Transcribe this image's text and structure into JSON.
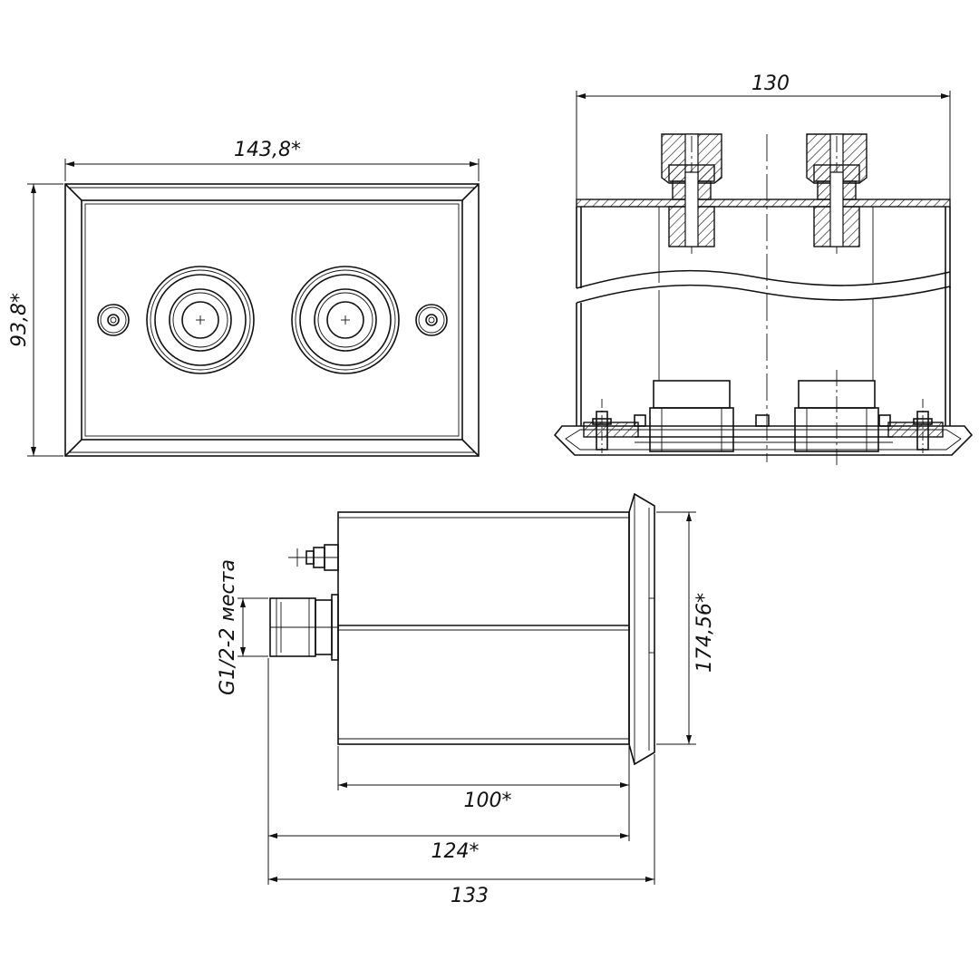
{
  "dimensions": {
    "front_width": "143,8*",
    "front_height": "93,8*",
    "section_width": "130",
    "side_height": "174,56*",
    "thread_note": "G1/2-2 места",
    "length_100": "100*",
    "length_124": "124*",
    "length_133": "133"
  },
  "colors": {
    "line": "#111111",
    "background": "#ffffff"
  }
}
